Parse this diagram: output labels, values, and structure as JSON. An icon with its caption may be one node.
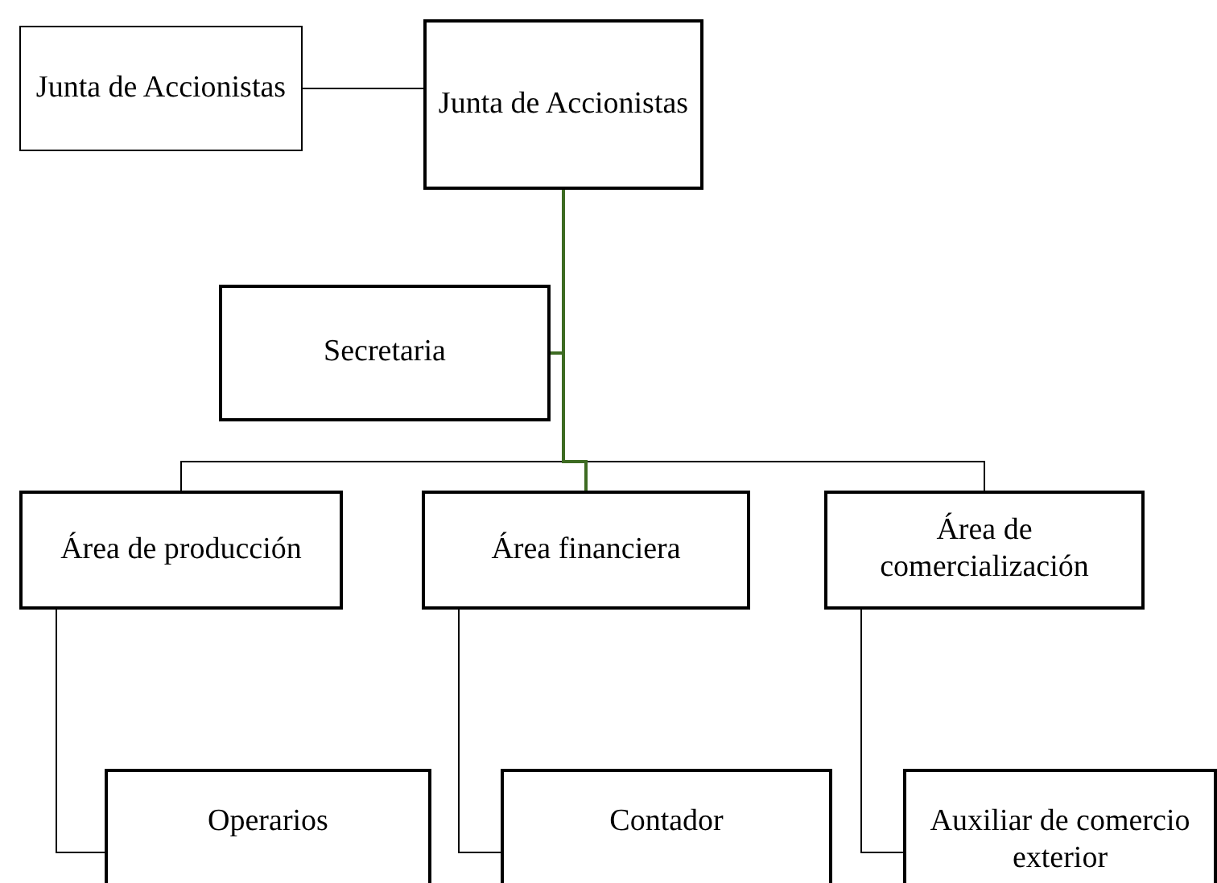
{
  "diagram": {
    "nodes": [
      {
        "text": [
          "Junta de Accionistas"
        ]
      },
      {
        "text": [
          "Junta de Accionistas"
        ]
      },
      {
        "text": [
          "Secretaria"
        ]
      },
      {
        "text": [
          "Área de producción"
        ]
      },
      {
        "text": [
          "Área financiera"
        ]
      },
      {
        "text": [
          "Área de comercialización"
        ]
      },
      {
        "text": [
          "Operarios"
        ]
      },
      {
        "text": [
          "Contador"
        ]
      },
      {
        "text": [
          "Auxiliar de comercio exterior"
        ]
      }
    ],
    "edges": [
      {
        "from": 0,
        "to": 1,
        "arrow": "none"
      },
      {
        "from": 1,
        "to": 3,
        "arrow": "none"
      },
      {
        "from": 1,
        "to": 5,
        "arrow": "none"
      },
      {
        "from": 1,
        "to": 2,
        "arrow": "none",
        "color": "#3d6b22"
      },
      {
        "from": 1,
        "to": 4,
        "arrow": "none",
        "color": "#3d6b22"
      },
      {
        "from": 3,
        "to": 6,
        "arrow": "none"
      },
      {
        "from": 4,
        "to": 7,
        "arrow": "none"
      },
      {
        "from": 5,
        "to": 8,
        "arrow": "none"
      }
    ]
  }
}
